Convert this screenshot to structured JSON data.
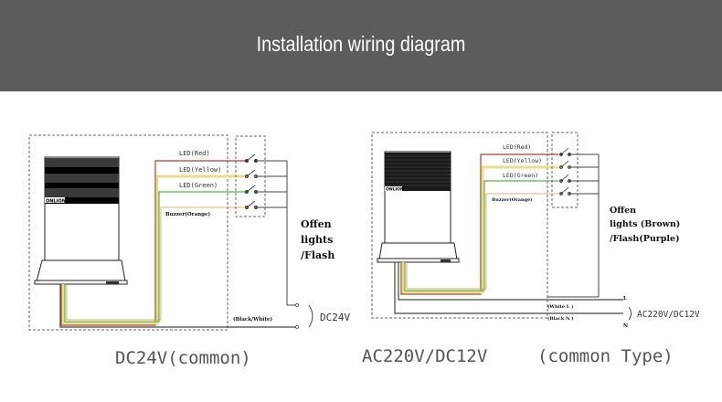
{
  "header": {
    "title": "Installation wiring diagram"
  },
  "colors": {
    "header_bg": "#5c5c5c",
    "wire_red": "#b33a3a",
    "wire_yellow": "#e6e08a",
    "wire_green": "#55b84a",
    "wire_orange": "#d9964a",
    "wire_common": "#444444"
  },
  "left_diagram": {
    "brand": "ONLION",
    "wires": {
      "red": "LED(Red)",
      "yellow": "LED(Yellow)",
      "green": "LED(Green)",
      "buzzer": "Buzzer(Orange)",
      "common": "(Black/White)"
    },
    "note_lines": [
      "Offen",
      "lights",
      "/Flash"
    ],
    "supply": "DC24V",
    "caption": "DC24V(common)"
  },
  "right_diagram": {
    "brand": "ONLION",
    "wires": {
      "red": "LED(Red)",
      "yellow": "LED(Yellow)",
      "green": "LED(Green)",
      "buzzer": "Buzzer(Orange)",
      "live": "(White L )",
      "neutral": "(Black N )"
    },
    "note_lines": [
      "Offen",
      "lights (Brown)",
      "/Flash(Purple)"
    ],
    "terminal_L": "L",
    "terminal_N": "N",
    "supply": "AC220V/DC12V",
    "caption_main": "AC220V/DC12V",
    "caption_type": "(common Type)"
  }
}
